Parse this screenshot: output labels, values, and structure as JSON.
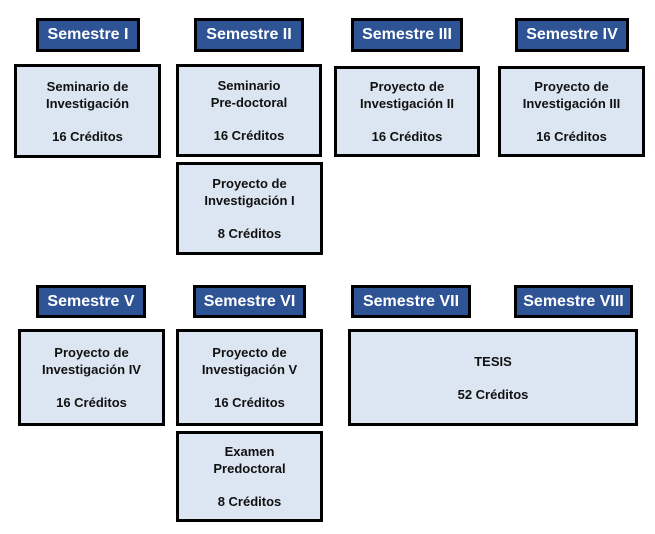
{
  "semesters": [
    "Semestre I",
    "Semestre II",
    "Semestre III",
    "Semestre IV",
    "Semestre V",
    "Semestre VI",
    "Semestre VII",
    "Semestre VIII"
  ],
  "courses": [
    {
      "l1": "Seminario de",
      "l2": "Investigación",
      "credits": "16 Créditos"
    },
    {
      "l1": "Seminario",
      "l2": "Pre-doctoral",
      "credits": "16 Créditos"
    },
    {
      "l1": "Proyecto de",
      "l2": "Investigación I",
      "credits": "8 Créditos"
    },
    {
      "l1": "Proyecto de",
      "l2": "Investigación II",
      "credits": "16 Créditos"
    },
    {
      "l1": "Proyecto de",
      "l2": "Investigación III",
      "credits": "16 Créditos"
    },
    {
      "l1": "Proyecto de",
      "l2": "Investigación IV",
      "credits": "16 Créditos"
    },
    {
      "l1": "Proyecto de",
      "l2": "Investigación V",
      "credits": "16 Créditos"
    },
    {
      "l1": "Examen",
      "l2": "Predoctoral",
      "credits": "8 Créditos"
    },
    {
      "l1": "TESIS",
      "l2": "",
      "credits": "52 Créditos"
    }
  ]
}
